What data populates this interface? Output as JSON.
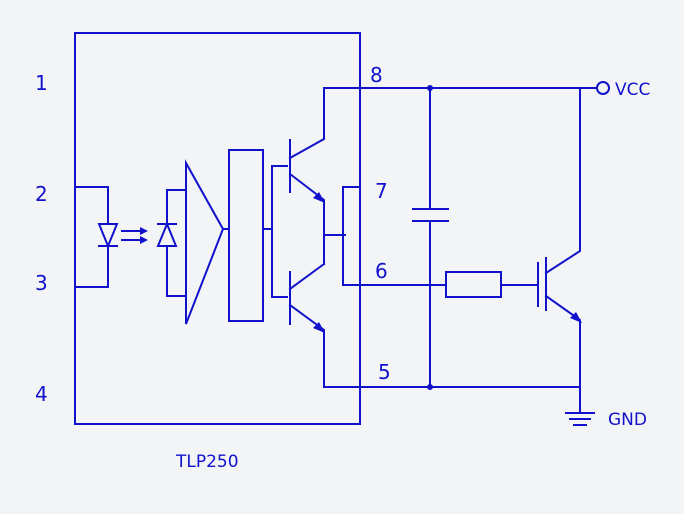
{
  "colors": {
    "line": "#1111cc",
    "background": "#f3f4f6"
  },
  "ic": {
    "name": "TLP250"
  },
  "pins": {
    "p1": "1",
    "p2": "2",
    "p3": "3",
    "p4": "4",
    "p5": "5",
    "p6": "6",
    "p7": "7",
    "p8": "8"
  },
  "supply": {
    "vcc": "VCC",
    "gnd": "GND"
  }
}
